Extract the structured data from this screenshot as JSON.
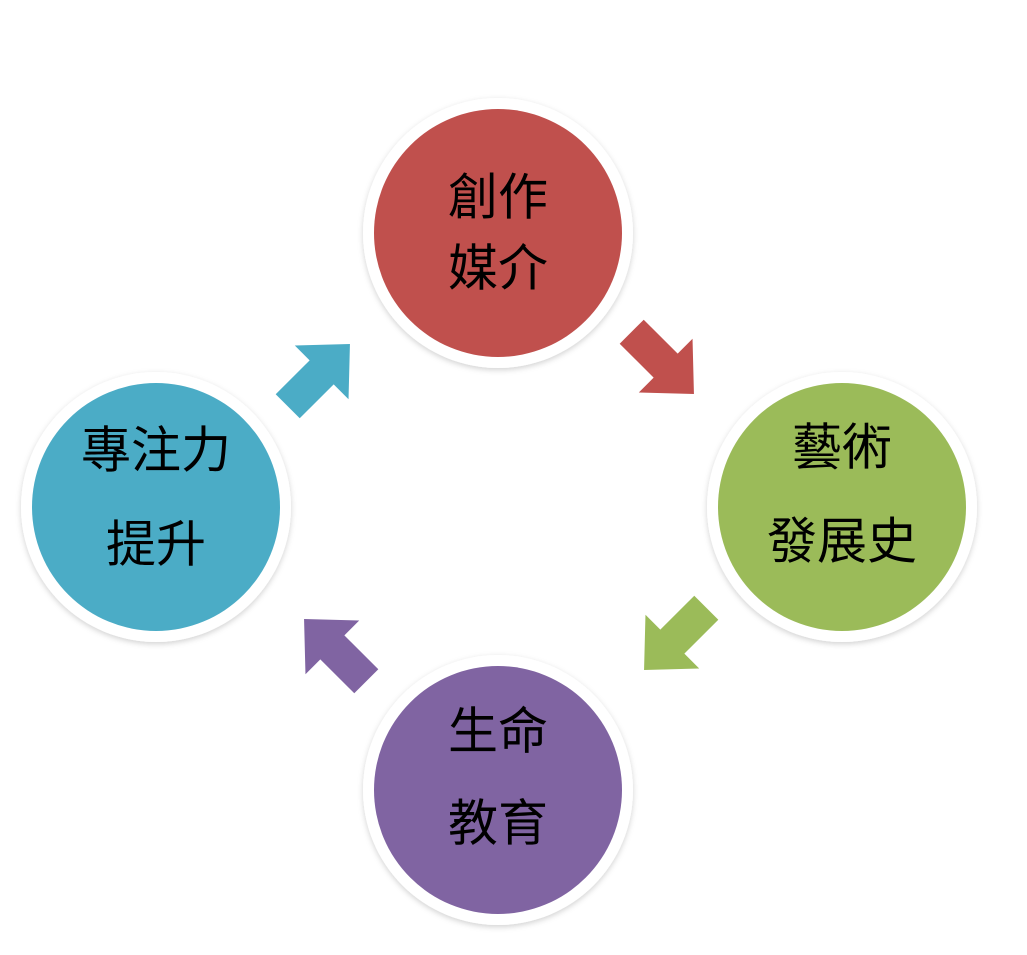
{
  "diagram": {
    "type": "cycle",
    "nodes": [
      {
        "id": "creative-media",
        "lines": [
          "創作",
          "媒介"
        ],
        "color": "#C0504D"
      },
      {
        "id": "art-history",
        "lines": [
          "藝術",
          "發展史"
        ],
        "color": "#9BBB59"
      },
      {
        "id": "life-education",
        "lines": [
          "生命",
          "教育"
        ],
        "color": "#8064A2"
      },
      {
        "id": "focus-improvement",
        "lines": [
          "專注力",
          "提升"
        ],
        "color": "#4BACC6"
      }
    ],
    "arrows": [
      {
        "from": "creative-media",
        "to": "art-history",
        "color": "#C0504D"
      },
      {
        "from": "art-history",
        "to": "life-education",
        "color": "#9BBB59"
      },
      {
        "from": "life-education",
        "to": "focus-improvement",
        "color": "#8064A2"
      },
      {
        "from": "focus-improvement",
        "to": "creative-media",
        "color": "#4BACC6"
      }
    ]
  }
}
